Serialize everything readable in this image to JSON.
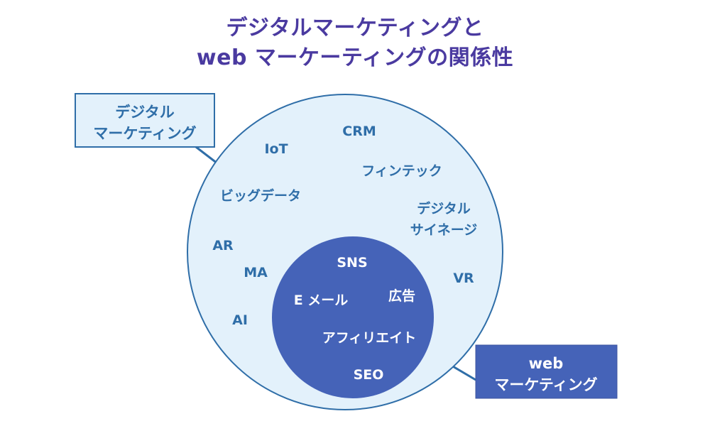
{
  "title": {
    "line1": "デジタルマーケティングと",
    "line2": "web マーケーティングの関係性"
  },
  "outer_box": {
    "line1": "デジタル",
    "line2": "マーケティング"
  },
  "inner_box": {
    "line1": "web",
    "line2": "マーケティング"
  },
  "outer_items": {
    "crm": "CRM",
    "iot": "IoT",
    "fintech": "フィンテック",
    "bigdata": "ビッグデータ",
    "signage_line1": "デジタル",
    "signage_line2": "サイネージ",
    "ar": "AR",
    "ma": "MA",
    "vr": "VR",
    "ai": "AI"
  },
  "inner_items": {
    "sns": "SNS",
    "email": "E メール",
    "ad": "広告",
    "affiliate": "アフィリエイト",
    "seo": "SEO"
  },
  "colors": {
    "title": "#4a3aa0",
    "outer_fill": "#e3f1fb",
    "outer_stroke": "#2f6ea8",
    "inner_fill": "#4563b8",
    "outer_label": "#2f6ea8",
    "inner_label": "#ffffff"
  }
}
